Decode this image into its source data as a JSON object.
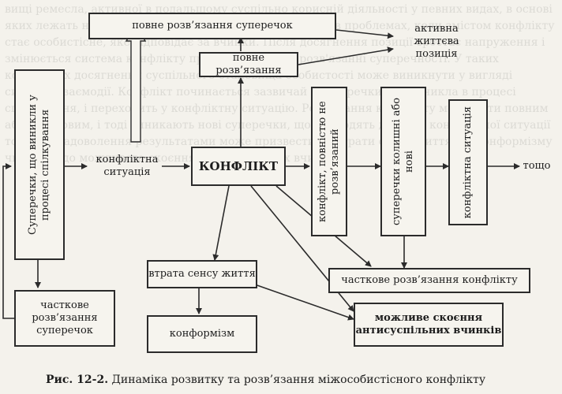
{
  "nodes": {
    "full_resolution_disputes": "повне розв’язання суперечок",
    "active_life_position": "активна життєва позиція",
    "full_resolution": "повне розв’язання",
    "disputes_arisen": "Суперечки, що виникли у процесі спілкування",
    "conflict_situation": "конфліктна ситуація",
    "conflict": "КОНФЛІКТ",
    "conflict_unresolved": "конфлікт, повністю не розв’язаний",
    "old_disputes_new": "суперечки колишні або нові",
    "conflict_situation_2": "конфліктна ситуація",
    "etc": "тощо",
    "loss_of_meaning": "втрата сенсу життя",
    "partial_resolution_conflict": "часткове розв’язання конфлікту",
    "partial_resolution_disputes": "часткове розв’язання суперечок",
    "conformism": "конформізм",
    "antisocial_acts": "можливе скоєння антисуспільних вчинків"
  },
  "caption": {
    "prefix": "Рис. 12-2.",
    "text": " Динаміка розвитку та розв’язання міжособистісного конфлікту"
  },
  "background_text": "вищі ремесла, активної в подальшому суспільно корисній діяльності у певних видах, в основі яких лежать норми поведінки та постійно виявляються в проблемах, коли змістом конфлікту стає особистісне, яке відповідає за вчинки. Після досягнення позиції зростає напруження і змінюється система конфлікту при повноцінному розв'язанні суперечності. У таких конфліктах досягнення суспільного становища особистості може виникнути у вигляді системи взаємодії. Конфлікт починається зазвичай з суперечки, що виникла в процесі спілкування, і переходить у конфліктну ситуацію. Розв'язання конфлікту може бути повним або частковим, і тоді виникають нові суперечки, що приводять до нової конфліктної ситуації тощо. Незадоволення результатами може призвести до втрати сенсу життя, до конформізму чи навіть до можливого скоєння антисуспільних вчинків."
}
